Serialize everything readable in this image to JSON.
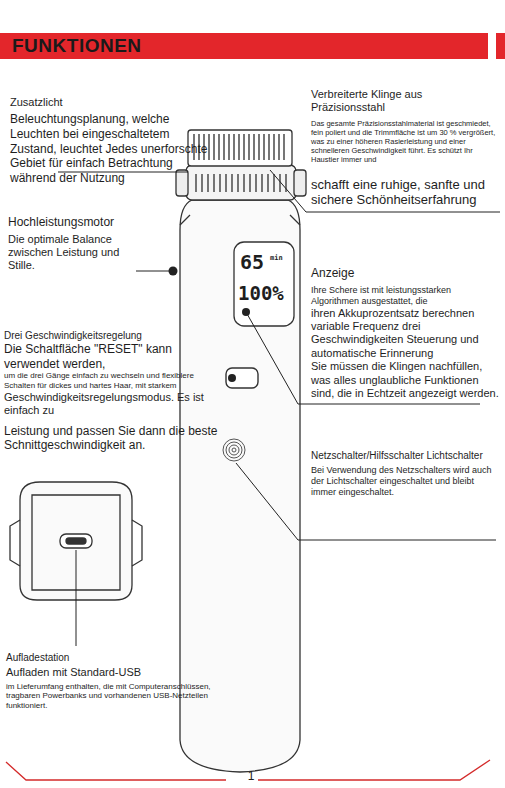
{
  "diagram": {
    "title": "FUNKTIONEN",
    "labels": [
      "Zusatzlicht",
      "Beleuchtungsplanung, welche Leuchten bei eingeschaltetem Zustand, leuchtet Jedes unerforschte Gebiet für einfach Betrachtung während der Nutzung",
      "Verbreiterte Klinge aus Präzisionsstahl",
      "Das gesamte Präzisionsstahlmaterial ist geschmiedet, fein poliert und die Trimmfläche ist um 30 % vergrößert, was zu einer höheren Rasierleistung und einer schnelleren Geschwindigkeit führt. Es schützt Ihr Haustier immer und",
      "schafft eine ruhige, sanfte und sichere Schönheitserfahrung",
      "Hochleistungsmotor",
      "Die optimale Balance zwischen Leistung und Stille.",
      "65",
      "min",
      "100%",
      "Anzeige",
      "Ihre Schere ist mit leistungsstarken Algorithmen ausgestattet, die",
      "ihren Akkuprozentsatz berechnen variable Frequenz drei Geschwindigkeiten Steuerung und automatische Erinnerung",
      "Sie müssen die Klingen nachfüllen, was alles unglaubliche Funktionen sind, die in Echtzeit angezeigt werden.",
      "Drei Geschwindigkeitsregelung",
      "Die Schaltfläche \"RESET\" kann verwendet werden,",
      "um die drei Gänge einfach zu wechseln und flexiblere Schalten für dickes und hartes Haar, mit starkem",
      "Geschwindigkeitsregelungsmodus. Es ist einfach zu",
      "Leistung und passen Sie dann die beste Schnittgeschwindigkeit an.",
      "Netzschalter/Hilfsschalter Lichtschalter",
      "Bei Verwendung des Netzschalters wird auch der Lichtschalter eingeschaltet und bleibt immer eingeschaltet.",
      "Aufladestation",
      "Aufladen mit Standard-USB",
      "im Lieferumfang enthalten, die mit Computeranschlüssen, tragbaren Powerbanks und vorhandenen USB-Netzteilen funktioniert.",
      "1"
    ]
  }
}
